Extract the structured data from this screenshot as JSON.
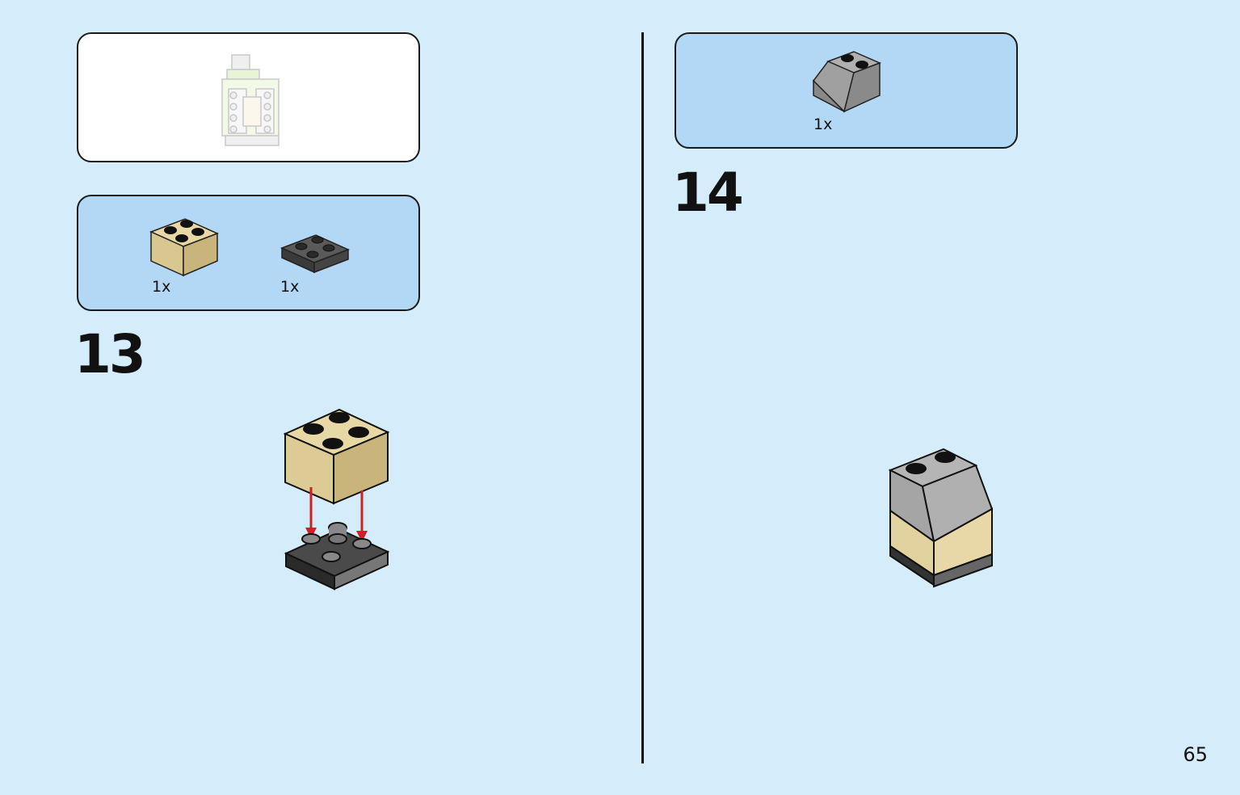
{
  "page": {
    "number": "65"
  },
  "left": {
    "context_panel": {
      "icon": "partial-model-ghost-icon"
    },
    "parts_panel": {
      "parts": [
        {
          "icon": "tan-brick-2x2-icon",
          "qty": "1x",
          "color": "#d9c792"
        },
        {
          "icon": "dark-grey-plate-2x2-icon",
          "qty": "1x",
          "color": "#4a4a4a"
        }
      ]
    },
    "step": {
      "number": "13",
      "arrow_color": "#d11f25"
    }
  },
  "right": {
    "parts_panel": {
      "parts": [
        {
          "icon": "grey-slope-brick-2x2-icon",
          "qty": "1x",
          "color": "#a0a0a0"
        }
      ]
    },
    "step": {
      "number": "14"
    }
  }
}
